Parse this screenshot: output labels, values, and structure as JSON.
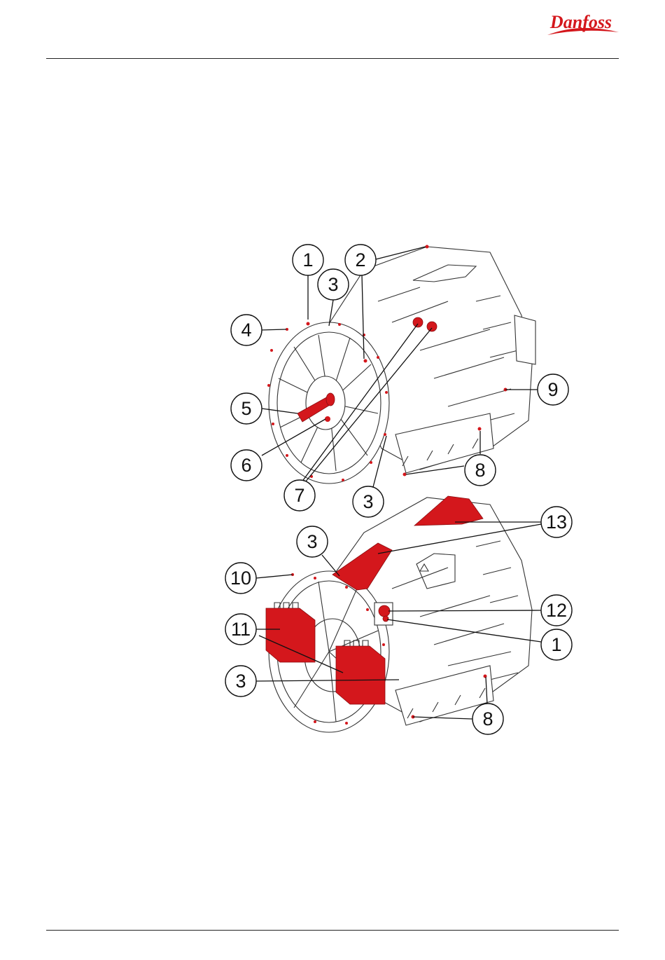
{
  "brand": {
    "logo_text": "Danfoss",
    "logo_color": "#d4171c"
  },
  "accent_color": "#d4171c",
  "figure_top": {
    "callouts": [
      {
        "id": "c1",
        "label": "1"
      },
      {
        "id": "c2",
        "label": "2"
      },
      {
        "id": "c3a",
        "label": "3"
      },
      {
        "id": "c4",
        "label": "4"
      },
      {
        "id": "c5",
        "label": "5"
      },
      {
        "id": "c6",
        "label": "6"
      },
      {
        "id": "c7",
        "label": "7"
      },
      {
        "id": "c3b",
        "label": "3"
      },
      {
        "id": "c8",
        "label": "8"
      },
      {
        "id": "c9",
        "label": "9"
      }
    ]
  },
  "figure_bottom": {
    "callouts": [
      {
        "id": "c13",
        "label": "13"
      },
      {
        "id": "c3c",
        "label": "3"
      },
      {
        "id": "c10",
        "label": "10"
      },
      {
        "id": "c12",
        "label": "12"
      },
      {
        "id": "c11",
        "label": "11"
      },
      {
        "id": "c1b",
        "label": "1"
      },
      {
        "id": "c3d",
        "label": "3"
      },
      {
        "id": "c8b",
        "label": "8"
      }
    ]
  }
}
